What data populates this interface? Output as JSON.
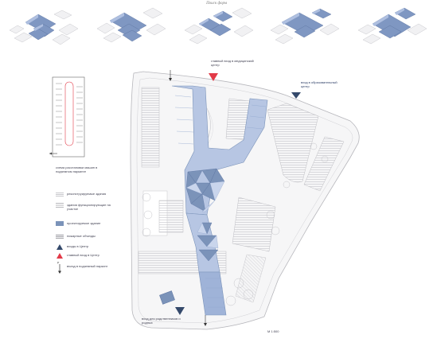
{
  "header": {
    "title": "Поиск форм"
  },
  "parking_scheme": {
    "label": "схема расстановки машин в подземном паркинге"
  },
  "legend": {
    "items": [
      {
        "key": "reconstructed",
        "label": "реконструируемые здания"
      },
      {
        "key": "existing",
        "label": "здания функционирующие на участке"
      },
      {
        "key": "projected",
        "label": "проектируемое здание"
      },
      {
        "key": "fire",
        "label": "пожарные объезды"
      },
      {
        "key": "entrance",
        "label": "входы в Центр"
      },
      {
        "key": "main_entrance",
        "label": "главный вход в Центр"
      },
      {
        "key": "parking",
        "label": "въезд в подземный паркинг"
      }
    ]
  },
  "annotations": {
    "main_entrance": "главный вход в медицинский центр",
    "edu_entrance": "вход в образовательный центр",
    "parent_entrance": "вход для родственников и родных",
    "scale": "М 1:500"
  },
  "colors": {
    "blue": "#7b93b9",
    "light_blue": "#b7c6e3",
    "navy": "#34496b",
    "red": "#e23a48",
    "hatch": "#c8c8cc"
  }
}
